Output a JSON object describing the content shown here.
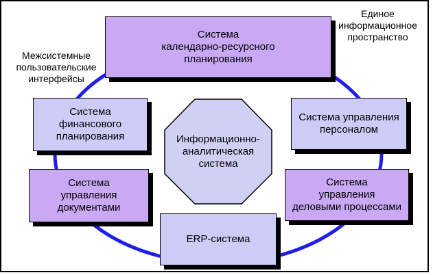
{
  "colors": {
    "ring": "#1f1fe6",
    "purple_box": "#c9a8f4",
    "lavender_box": "#ccccf7",
    "center_fill": "#d0d0f5"
  },
  "labels": {
    "unified_space": "Единое\nинформационное\nпространство",
    "interfaces": "Межсистемные\nпользовательские\nинтерфейсы"
  },
  "nodes": {
    "calendar": "Система\nкалендарно-ресурсного\nпланирования",
    "finance": "Система\nфинансового\nпланирования",
    "personnel": "Система управления\nперсоналом",
    "documents": "Система\nуправления\nдокументами",
    "business": "Система\nуправления\nделовыми процессами",
    "erp": "ERP-система",
    "center": "Информационно-\nаналитическая\nсистема"
  }
}
